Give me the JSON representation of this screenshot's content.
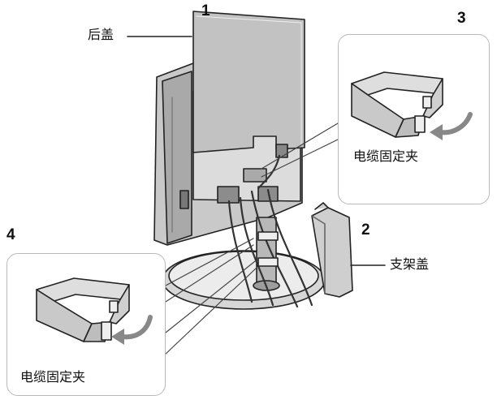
{
  "steps": {
    "s1": "1",
    "s2": "2",
    "s3": "3",
    "s4": "4"
  },
  "labels": {
    "back_cover": "后盖",
    "stand_cover": "支架盖",
    "cable_clip_top": "电缆固定夹",
    "cable_clip_bottom": "电缆固定夹"
  },
  "colors": {
    "line": "#222222",
    "mid": "#c7c7c7",
    "light": "#e4e4e4",
    "frame": "#b9b9b9"
  }
}
